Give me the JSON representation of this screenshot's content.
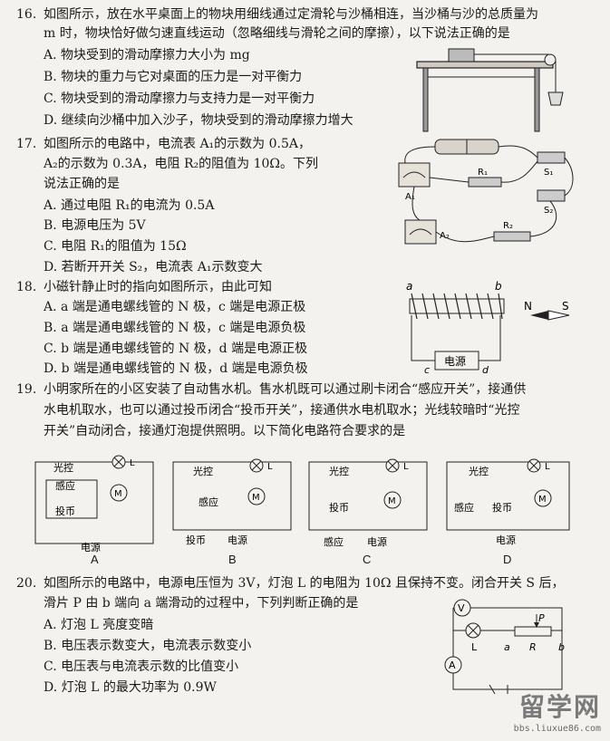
{
  "q16": {
    "number": "16.",
    "line1": "如图所示，放在水平桌面上的物块用细线通过定滑轮与沙桶相连，当沙桶与沙的总质量为",
    "line2": "m 时，物块恰好做匀速直线运动（忽略细线与滑轮之间的摩擦），以下说法正确的是",
    "options": [
      "A.  物块受到的滑动摩擦力大小为 mg",
      "B.  物块的重力与它对桌面的压力是一对平衡力",
      "C.  物块受到的滑动摩擦力与支持力是一对平衡力",
      "D.  继续向沙桶中加入沙子，物块受到的滑动摩擦力增大"
    ]
  },
  "q17": {
    "number": "17.",
    "line1": "如图所示的电路中，电流表 A₁的示数为 0.5A，",
    "line2": "A₂的示数为 0.3A，电阻 R₂的阻值为 10Ω。下列",
    "line3": "说法正确的是",
    "options": [
      "A.  通过电阻 R₁的电流为 0.5A",
      "B.  电源电压为 5V",
      "C.  电阻 R₁的阻值为 15Ω",
      "D.  若断开开关 S₂，电流表 A₁示数变大"
    ],
    "fig_labels": {
      "a1": "A₁",
      "a2": "A₂",
      "r1": "R₁",
      "r2": "R₂",
      "s1": "S₁",
      "s2": "S₂"
    }
  },
  "q18": {
    "number": "18.",
    "line1": "小磁针静止时的指向如图所示，由此可知",
    "options": [
      "A.  a 端是通电螺线管的 N 极，c 端是电源正极",
      "B.  a 端是通电螺线管的 N 极，c 端是电源负极",
      "C.  b 端是通电螺线管的 N 极，d 端是电源正极",
      "D.  b 端是通电螺线管的 N 极，d 端是电源负极"
    ],
    "fig_labels": {
      "a": "a",
      "b": "b",
      "c": "c",
      "d": "d",
      "source": "电源",
      "n": "N",
      "s": "S"
    }
  },
  "q19": {
    "number": "19.",
    "line1": "小明家所在的小区安装了自动售水机。售水机既可以通过刷卡闭合“感应开关”，接通供",
    "line2": "水电机取水，也可以通过投币闭合“投币开关”，接通供水电机取水；光线较暗时“光控",
    "line3": "开关”自动闭合，接通灯泡提供照明。以下简化电路符合要求的是",
    "fig_labels": {
      "light": "光控",
      "sense": "感应",
      "coin": "投币",
      "source": "电源",
      "lamp": "L",
      "motor": "M"
    },
    "choices": [
      "A",
      "B",
      "C",
      "D"
    ]
  },
  "q20": {
    "number": "20.",
    "line1": "如图所示的电路中，电源电压恒为 3V，灯泡 L 的电阻为 10Ω 且保持不变。闭合开关 S 后，",
    "line2": "滑片 P 由 b 端向 a 端滑动的过程中，下列判断正确的是",
    "options": [
      "A.  灯泡 L 亮度变暗",
      "B.  电压表示数变大，电流表示数变小",
      "C.  电压表与电流表示数的比值变小",
      "D.  灯泡 L 的最大功率为 0.9W"
    ],
    "fig_labels": {
      "v": "V",
      "a": "A",
      "l": "L",
      "p": "P",
      "r": "R",
      "ea": "a",
      "eb": "b"
    }
  },
  "watermark": {
    "main": "留学网",
    "url": "bbs.liuxue86.com"
  }
}
